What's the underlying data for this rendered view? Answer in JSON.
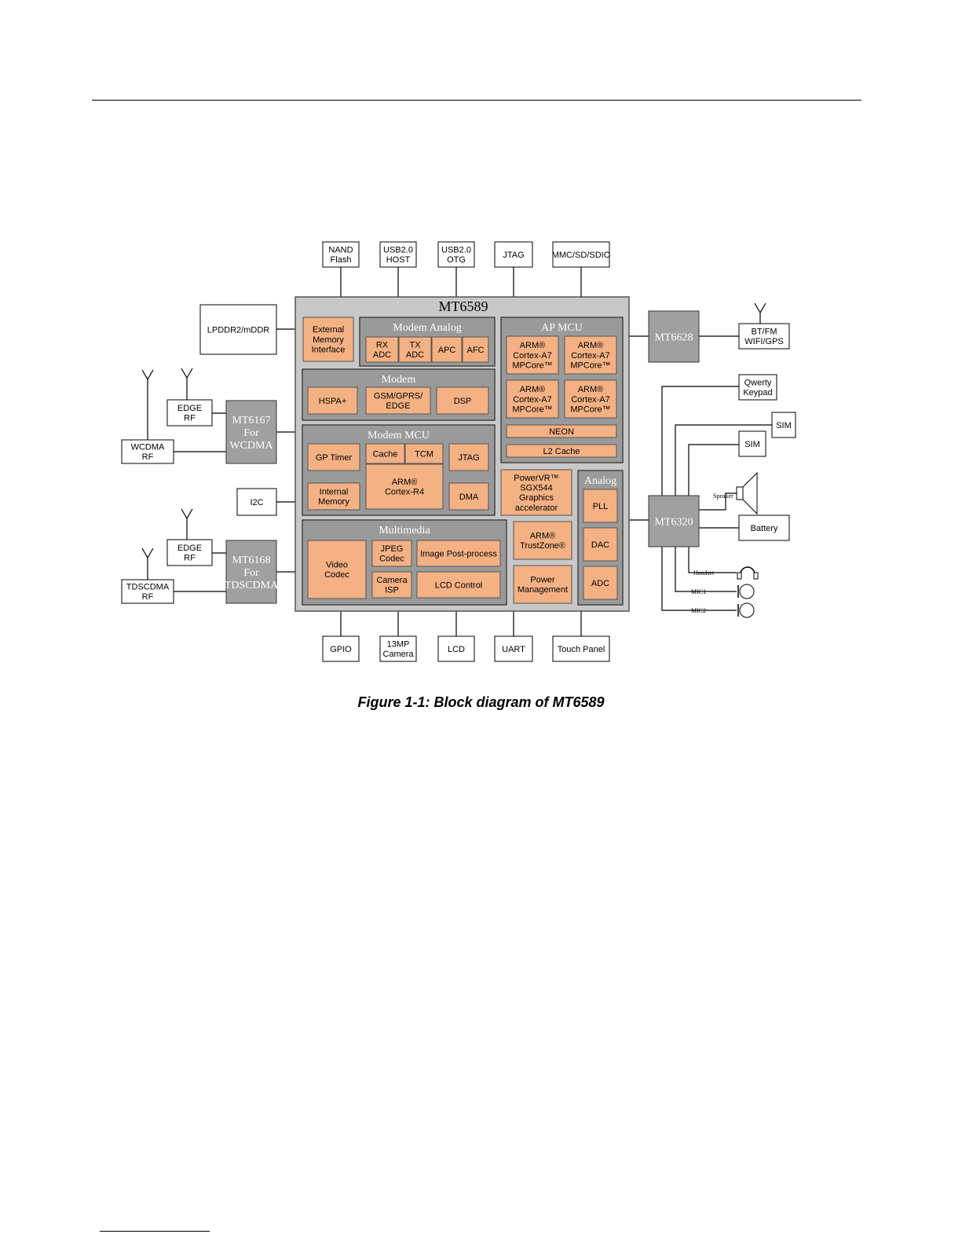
{
  "caption": "Figure 1-1: Block diagram of MT6589",
  "colors": {
    "block": "#f4b183",
    "block_stroke": "#555555",
    "chip": "#c8c8c8",
    "region": "#9a9a9a",
    "external_chip": "#a0a0a0",
    "line": "#000000"
  },
  "chip": {
    "title": "MT6589"
  },
  "top_interfaces": [
    {
      "label": [
        "NAND",
        "Flash"
      ]
    },
    {
      "label": [
        "USB2.0",
        "HOST"
      ]
    },
    {
      "label": [
        "USB2.0",
        "OTG"
      ]
    },
    {
      "label": [
        "JTAG"
      ]
    },
    {
      "label": [
        "MMC/SD/SDIO"
      ]
    }
  ],
  "bottom_interfaces": [
    {
      "label": [
        "GPIO"
      ]
    },
    {
      "label": [
        "13MP",
        "Camera"
      ]
    },
    {
      "label": [
        "LCD"
      ]
    },
    {
      "label": [
        "UART"
      ]
    },
    {
      "label": [
        "Touch Panel"
      ]
    }
  ],
  "left": {
    "lpddr": [
      "LPDDR2/mDDR"
    ],
    "i2c": [
      "I2C"
    ],
    "edge_rf_1": [
      "EDGE",
      "RF"
    ],
    "wcdma_rf": [
      "WCDMA",
      "RF"
    ],
    "edge_rf_2": [
      "EDGE",
      "RF"
    ],
    "tdscdma_rf": [
      "TDSCDMA",
      "RF"
    ],
    "mt6167": [
      "MT6167",
      "For",
      "WCDMA"
    ],
    "mt6168": [
      "MT6168",
      "For",
      "TDSCDMA"
    ]
  },
  "regions": {
    "modem_analog": "Modem Analog",
    "modem": "Modem",
    "modem_mcu": "Modem MCU",
    "multimedia": "Multimedia",
    "ap_mcu": "AP MCU",
    "analog": "Analog"
  },
  "blocks": {
    "ext_mem": [
      "External",
      "Memory",
      "Interface"
    ],
    "rx_adc": [
      "RX",
      "ADC"
    ],
    "tx_adc": [
      "TX",
      "ADC"
    ],
    "apc": [
      "APC"
    ],
    "afc": [
      "AFC"
    ],
    "hspa": [
      "HSPA+"
    ],
    "gsm": [
      "GSM/GPRS/",
      "EDGE"
    ],
    "dsp": [
      "DSP"
    ],
    "gp_timer": [
      "GP Timer"
    ],
    "cache": [
      "Cache"
    ],
    "tcm": [
      "TCM"
    ],
    "jtag": [
      "JTAG"
    ],
    "cortex_r4": [
      "ARM®",
      "Cortex-R4"
    ],
    "internal_mem": [
      "Internal",
      "Memory"
    ],
    "dma": [
      "DMA"
    ],
    "video_codec": [
      "Video",
      "Codec"
    ],
    "jpeg_codec": [
      "JPEG",
      "Codec"
    ],
    "image_post": [
      "Image Post-process"
    ],
    "camera_isp": [
      "Camera",
      "ISP"
    ],
    "lcd_control": [
      "LCD Control"
    ],
    "a7_1": [
      "ARM®",
      "Cortex-A7",
      "MPCore™"
    ],
    "a7_2": [
      "ARM®",
      "Cortex-A7",
      "MPCore™"
    ],
    "a7_3": [
      "ARM®",
      "Cortex-A7",
      "MPCore™"
    ],
    "a7_4": [
      "ARM®",
      "Cortex-A7",
      "MPCore™"
    ],
    "neon": [
      "NEON"
    ],
    "l2_cache": [
      "L2 Cache"
    ],
    "powervr": [
      "PowerVR™",
      "SGX544",
      "Graphics",
      "accelerator"
    ],
    "trustzone": [
      "ARM®",
      "TrustZone®"
    ],
    "power_mgmt": [
      "Power",
      "Management"
    ],
    "pll": [
      "PLL"
    ],
    "dac": [
      "DAC"
    ],
    "adc": [
      "ADC"
    ]
  },
  "right": {
    "mt6628": [
      "MT6628"
    ],
    "mt6320": [
      "MT6320"
    ],
    "bt_fm": [
      "BT/FM",
      "WIFI/GPS"
    ],
    "qwerty": [
      "Qwerty",
      "Keypad"
    ],
    "sim1": [
      "SIM"
    ],
    "sim2": [
      "SIM"
    ],
    "battery": [
      "Battery"
    ],
    "speaker": "Speaker",
    "handset": "Handset",
    "mic1": "MIC1",
    "mic2": "MIC2"
  }
}
